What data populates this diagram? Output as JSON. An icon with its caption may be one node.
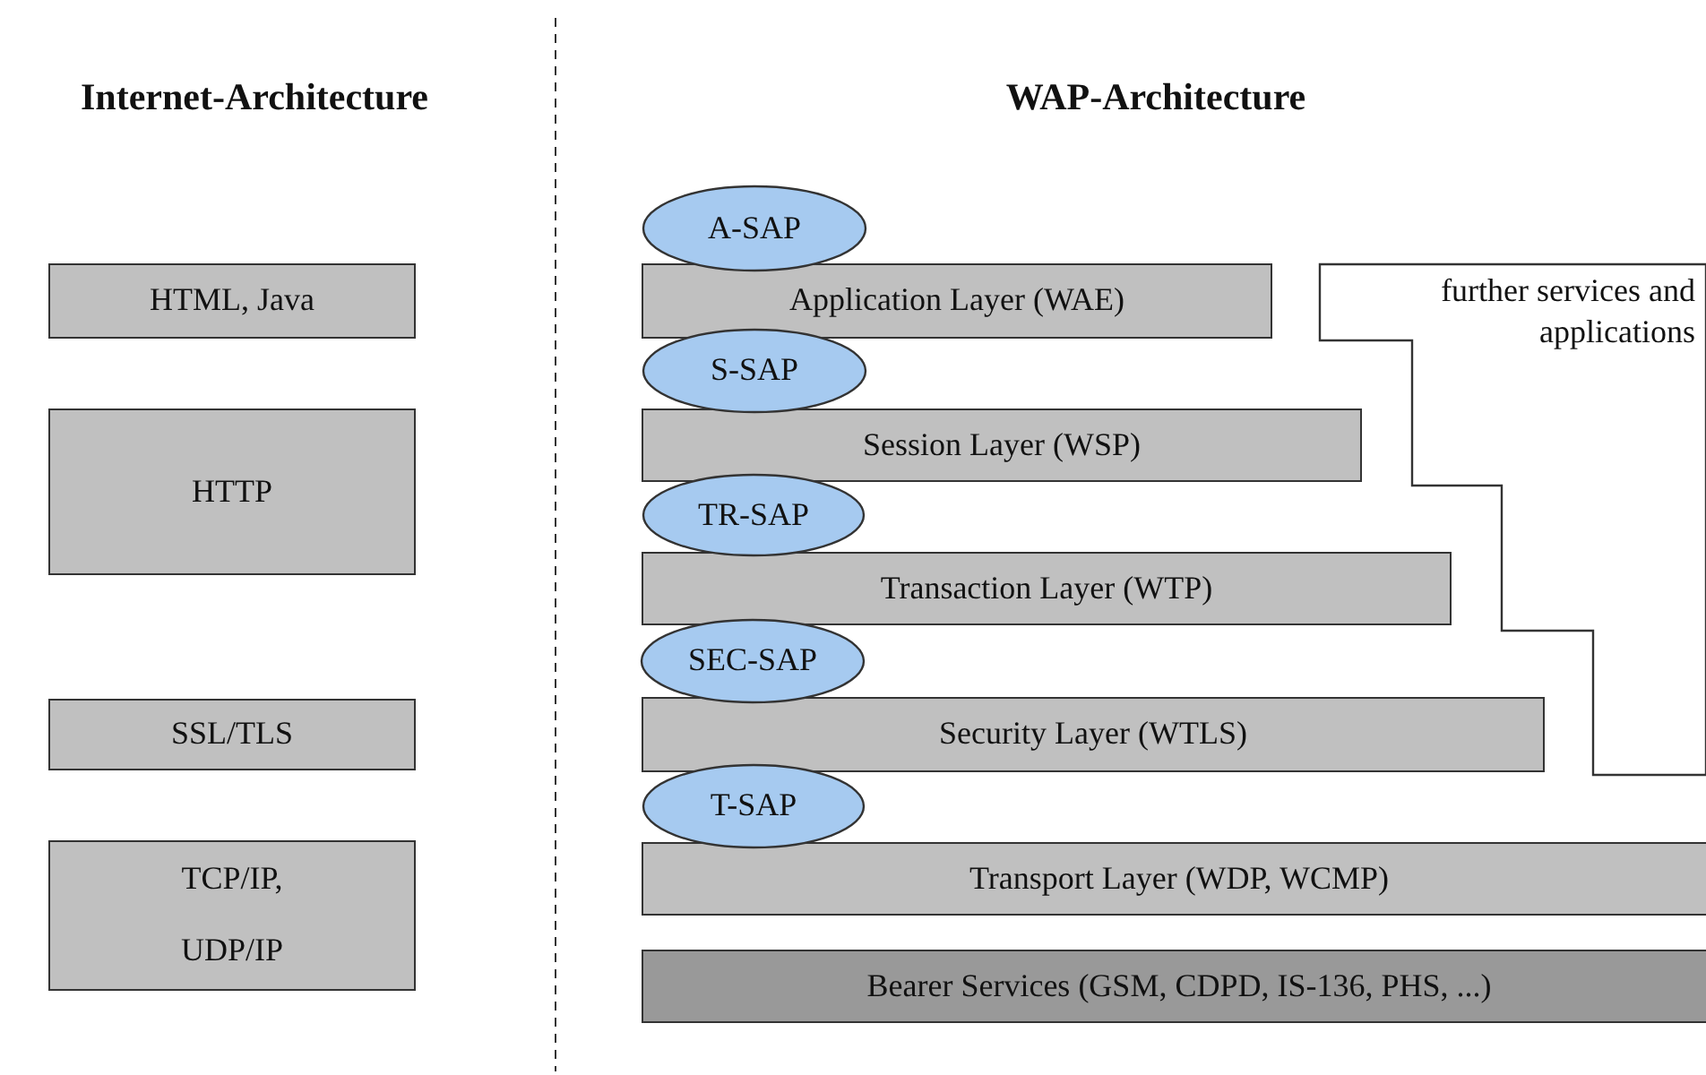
{
  "diagram": {
    "nodes": [
      {
        "text": [
          "HTML, Java"
        ]
      },
      {
        "text": [
          "HTTP"
        ]
      },
      {
        "text": [
          "SSL/TLS"
        ]
      },
      {
        "text": [
          "TCP/IP, UDP/IP"
        ]
      },
      {
        "text": [
          "A-SAP"
        ]
      },
      {
        "text": [
          "Application Layer (WAE)"
        ]
      },
      {
        "text": [
          "S-SAP"
        ]
      },
      {
        "text": [
          "Session Layer (WSP)"
        ]
      },
      {
        "text": [
          "TR-SAP"
        ]
      },
      {
        "text": [
          "Transaction Layer (WTP)"
        ]
      },
      {
        "text": [
          "SEC-SAP"
        ]
      },
      {
        "text": [
          "Security Layer (WTLS)"
        ]
      },
      {
        "text": [
          "T-SAP"
        ]
      },
      {
        "text": [
          "Transport Layer (WDP, WCMP)"
        ]
      },
      {
        "text": [
          "Bearer Services (GSM, CDPD, IS-136, PHS, ...)"
        ]
      },
      {
        "text": [
          "further services and applications"
        ]
      }
    ],
    "labels": [
      "Internet-Architecture",
      "WAP-Architecture"
    ]
  }
}
